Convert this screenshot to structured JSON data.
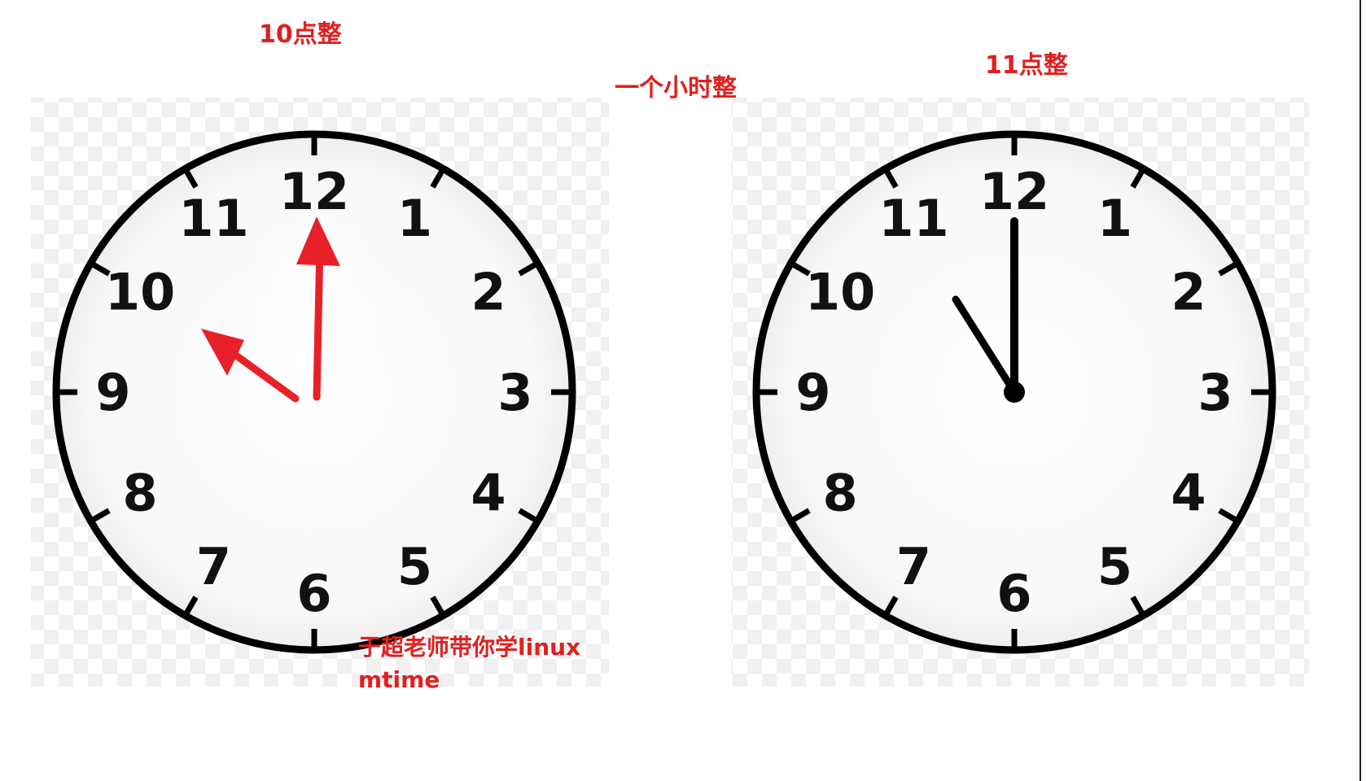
{
  "labels": {
    "left_clock_title": "10点整",
    "middle_caption": "一个小时整",
    "right_clock_title": "11点整"
  },
  "watermark": {
    "line1": "于超老师带你学linux",
    "line2": "mtime"
  },
  "clocks": {
    "numerals": [
      "12",
      "1",
      "2",
      "3",
      "4",
      "5",
      "6",
      "7",
      "8",
      "9",
      "10",
      "11"
    ],
    "left": {
      "time": "10:00",
      "hand_color": "#e8202a",
      "hand_style": "arrow"
    },
    "right": {
      "time": "11:00",
      "hand_color": "#000000",
      "hand_style": "stick"
    }
  },
  "colors": {
    "accent": "#e02020",
    "clock_face": "#f7f7f7",
    "clock_rim": "#000000",
    "checker_light": "#ffffff",
    "checker_dark": "#f0f0f0"
  }
}
